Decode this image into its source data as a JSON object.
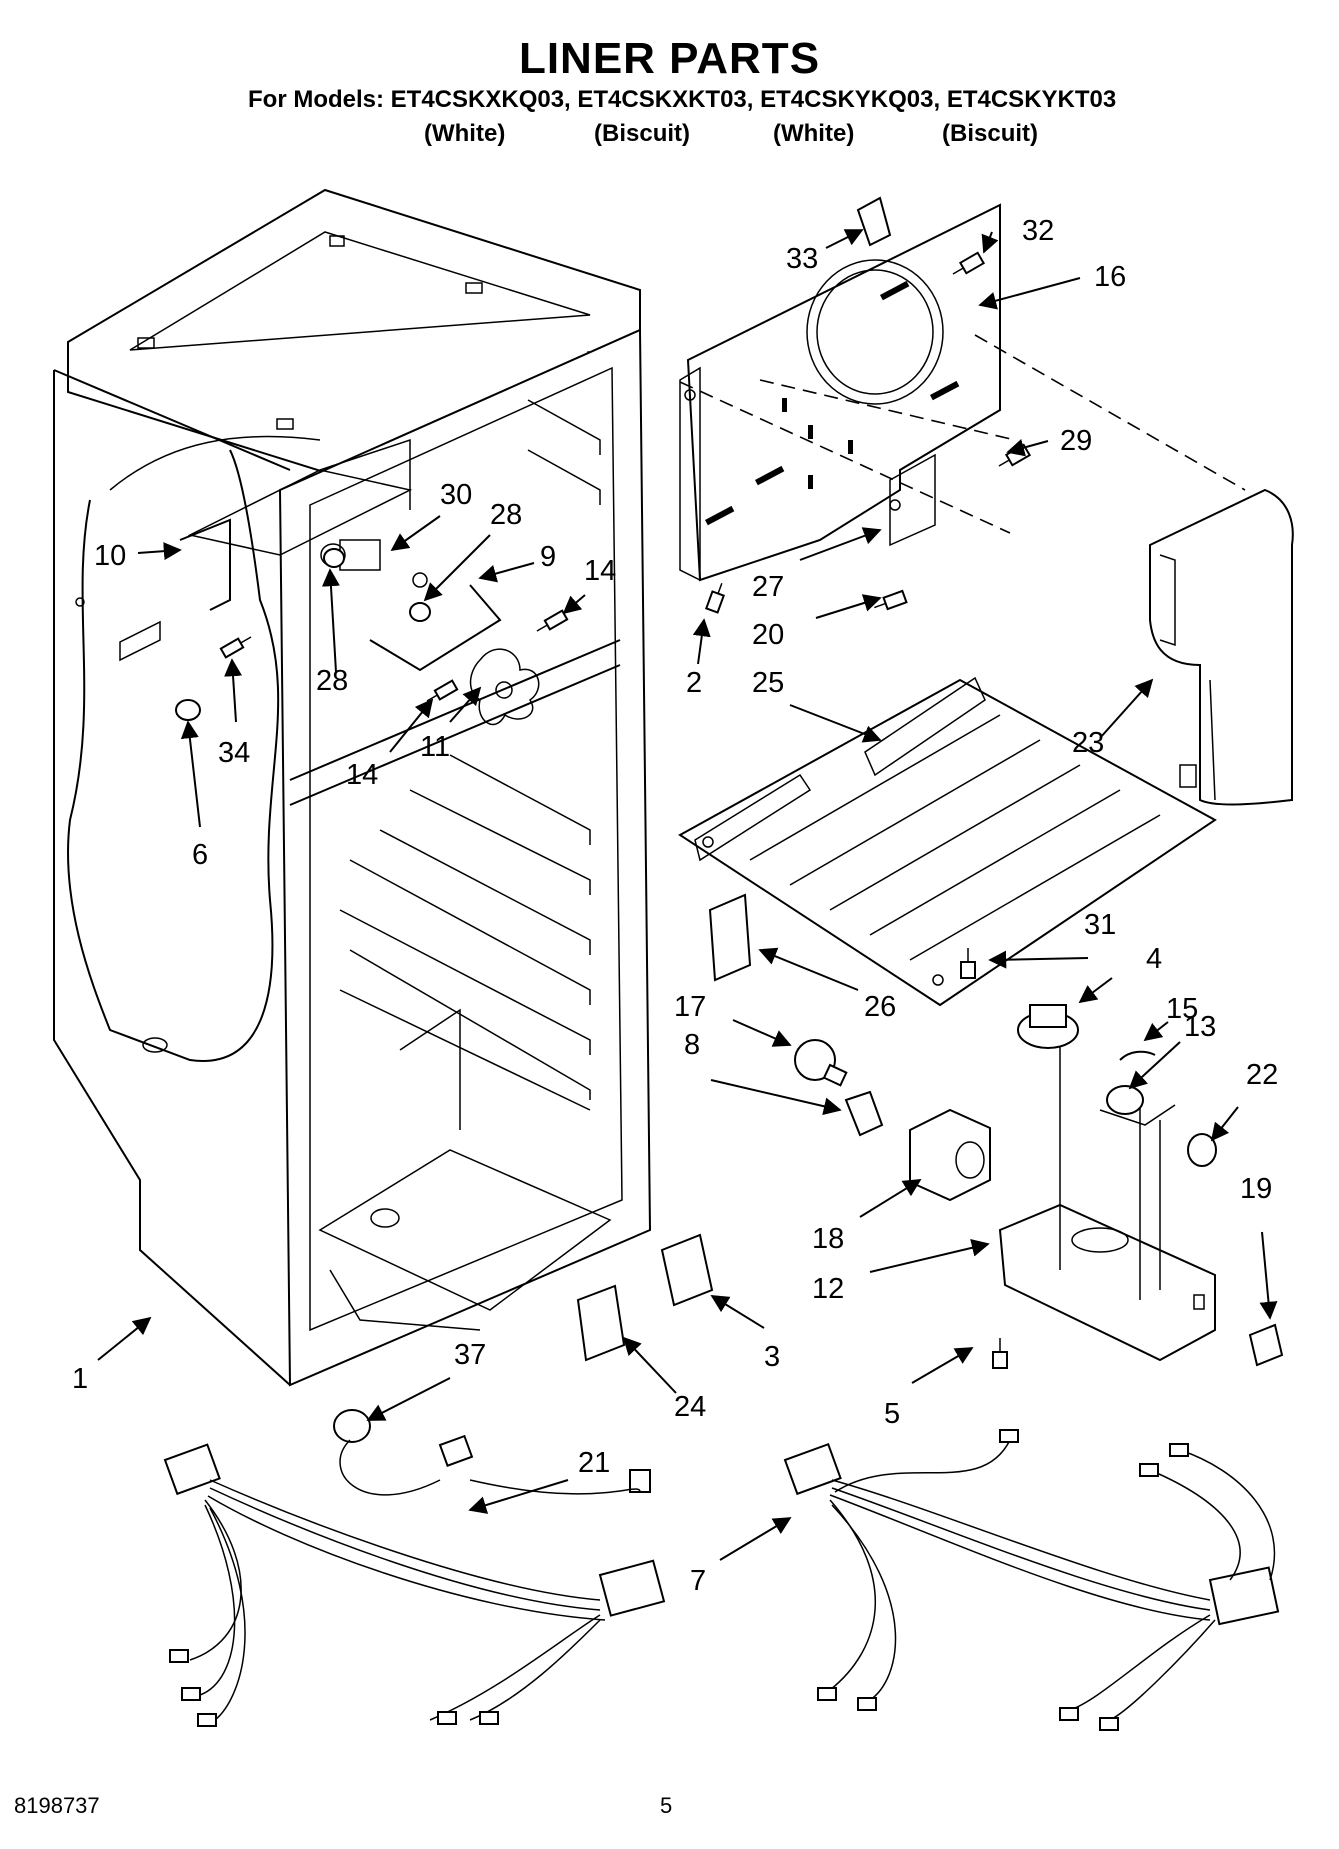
{
  "header": {
    "title": "LINER PARTS",
    "models_line": "For Models: ET4CSKXKQ03, ET4CSKXKT03, ET4CSKYKQ03, ET4CSKYKT03",
    "variants": [
      "(White)",
      "(Biscuit)",
      "(White)",
      "(Biscuit)"
    ]
  },
  "callouts": [
    {
      "id": "c1",
      "label": "1"
    },
    {
      "id": "c2",
      "label": "2"
    },
    {
      "id": "c3",
      "label": "3"
    },
    {
      "id": "c4",
      "label": "4"
    },
    {
      "id": "c5",
      "label": "5"
    },
    {
      "id": "c6",
      "label": "6"
    },
    {
      "id": "c7",
      "label": "7"
    },
    {
      "id": "c8",
      "label": "8"
    },
    {
      "id": "c9",
      "label": "9"
    },
    {
      "id": "c10",
      "label": "10"
    },
    {
      "id": "c11",
      "label": "11"
    },
    {
      "id": "c12",
      "label": "12"
    },
    {
      "id": "c13",
      "label": "13"
    },
    {
      "id": "c14a",
      "label": "14"
    },
    {
      "id": "c14b",
      "label": "14"
    },
    {
      "id": "c15",
      "label": "15"
    },
    {
      "id": "c16",
      "label": "16"
    },
    {
      "id": "c17",
      "label": "17"
    },
    {
      "id": "c18",
      "label": "18"
    },
    {
      "id": "c19",
      "label": "19"
    },
    {
      "id": "c20",
      "label": "20"
    },
    {
      "id": "c21",
      "label": "21"
    },
    {
      "id": "c22",
      "label": "22"
    },
    {
      "id": "c23",
      "label": "23"
    },
    {
      "id": "c24",
      "label": "24"
    },
    {
      "id": "c25",
      "label": "25"
    },
    {
      "id": "c26",
      "label": "26"
    },
    {
      "id": "c27",
      "label": "27"
    },
    {
      "id": "c28a",
      "label": "28"
    },
    {
      "id": "c28b",
      "label": "28"
    },
    {
      "id": "c29",
      "label": "29"
    },
    {
      "id": "c30",
      "label": "30"
    },
    {
      "id": "c31",
      "label": "31"
    },
    {
      "id": "c32",
      "label": "32"
    },
    {
      "id": "c33",
      "label": "33"
    },
    {
      "id": "c34",
      "label": "34"
    },
    {
      "id": "c37",
      "label": "37"
    }
  ],
  "footer": {
    "doc_number": "8198737",
    "page_number": "5"
  }
}
